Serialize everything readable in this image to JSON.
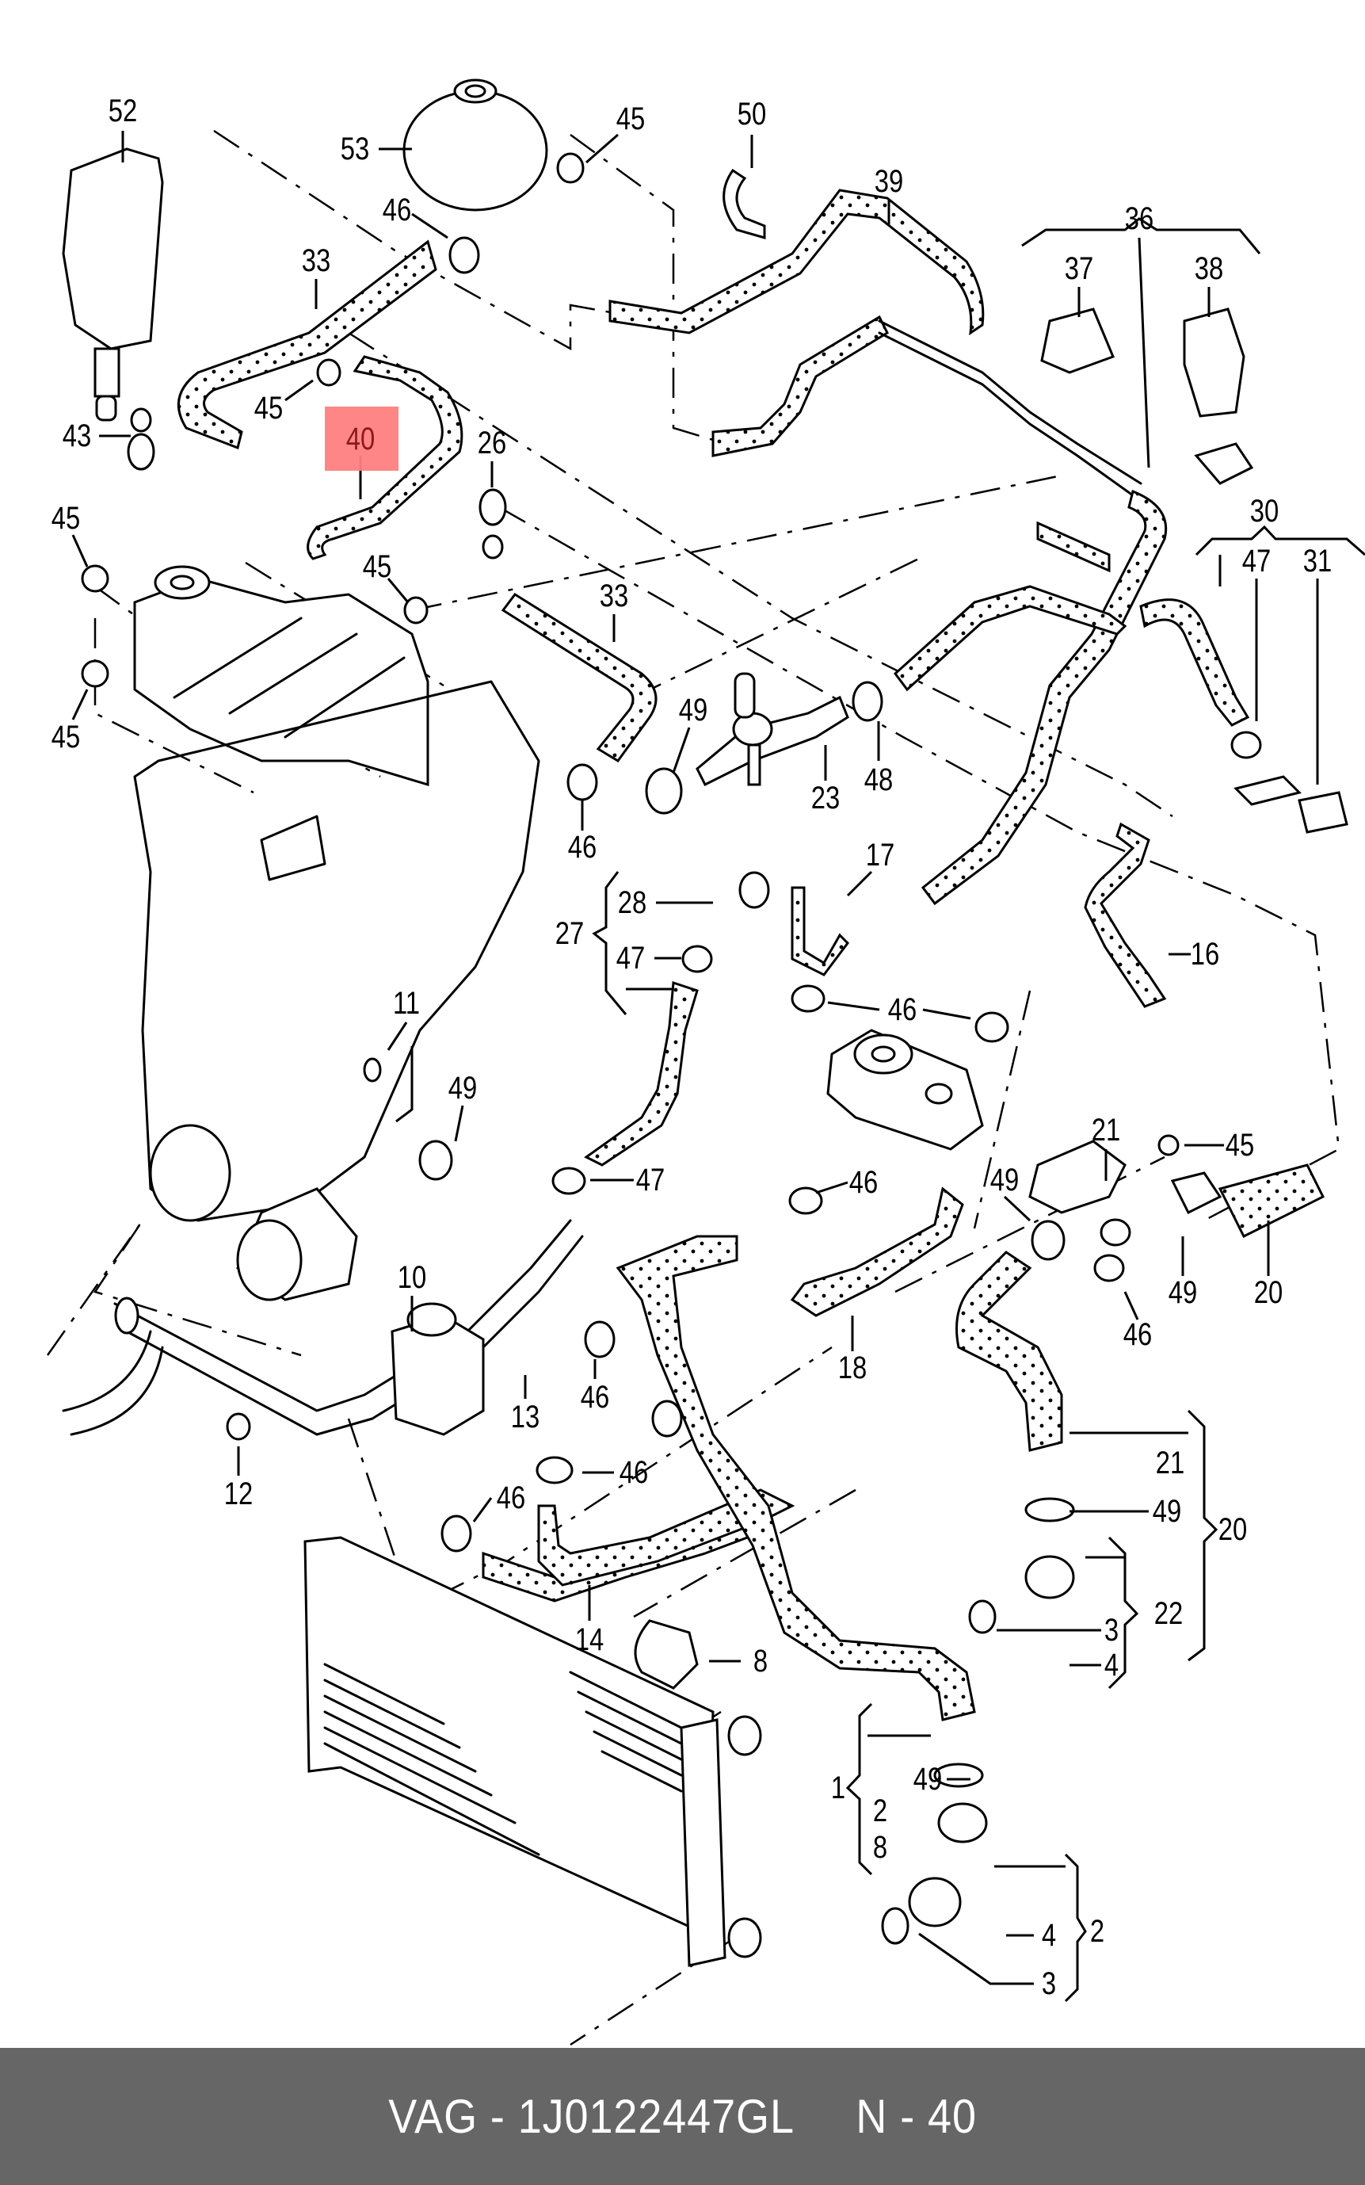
{
  "diagram": {
    "title": "Cooling system hoses exploded view",
    "highlighted_part": "40",
    "highlight_color": "#ff8080",
    "callouts": [
      {
        "id": "c52",
        "label": "52"
      },
      {
        "id": "c53",
        "label": "53"
      },
      {
        "id": "c45a",
        "label": "45"
      },
      {
        "id": "c50",
        "label": "50"
      },
      {
        "id": "c39",
        "label": "39"
      },
      {
        "id": "c36",
        "label": "36"
      },
      {
        "id": "c37",
        "label": "37"
      },
      {
        "id": "c38",
        "label": "38"
      },
      {
        "id": "c46a",
        "label": "46"
      },
      {
        "id": "c33a",
        "label": "33"
      },
      {
        "id": "c45b",
        "label": "45"
      },
      {
        "id": "c43",
        "label": "43"
      },
      {
        "id": "c40",
        "label": "40"
      },
      {
        "id": "c26",
        "label": "26"
      },
      {
        "id": "c45c",
        "label": "45"
      },
      {
        "id": "c45d",
        "label": "45"
      },
      {
        "id": "c33b",
        "label": "33"
      },
      {
        "id": "c30",
        "label": "30"
      },
      {
        "id": "c47a",
        "label": "47"
      },
      {
        "id": "c31",
        "label": "31"
      },
      {
        "id": "c49a",
        "label": "49"
      },
      {
        "id": "c45e",
        "label": "45"
      },
      {
        "id": "c23",
        "label": "23"
      },
      {
        "id": "c48",
        "label": "48"
      },
      {
        "id": "c46b",
        "label": "46"
      },
      {
        "id": "c17",
        "label": "17"
      },
      {
        "id": "c28",
        "label": "28"
      },
      {
        "id": "c27",
        "label": "27"
      },
      {
        "id": "c47b",
        "label": "47"
      },
      {
        "id": "c16",
        "label": "16"
      },
      {
        "id": "c46c",
        "label": "46"
      },
      {
        "id": "c11",
        "label": "11"
      },
      {
        "id": "c49b",
        "label": "49"
      },
      {
        "id": "c21a",
        "label": "21"
      },
      {
        "id": "c45f",
        "label": "45"
      },
      {
        "id": "c47c",
        "label": "47"
      },
      {
        "id": "c46d",
        "label": "46"
      },
      {
        "id": "c49c",
        "label": "49"
      },
      {
        "id": "c49d",
        "label": "49"
      },
      {
        "id": "c20a",
        "label": "20"
      },
      {
        "id": "c10",
        "label": "10"
      },
      {
        "id": "c46e",
        "label": "46"
      },
      {
        "id": "c18",
        "label": "18"
      },
      {
        "id": "c13",
        "label": "13"
      },
      {
        "id": "c46f",
        "label": "46"
      },
      {
        "id": "c12",
        "label": "12"
      },
      {
        "id": "c46g",
        "label": "46"
      },
      {
        "id": "c46h",
        "label": "46"
      },
      {
        "id": "c21b",
        "label": "21"
      },
      {
        "id": "c49e",
        "label": "49"
      },
      {
        "id": "c20b",
        "label": "20"
      },
      {
        "id": "c14",
        "label": "14"
      },
      {
        "id": "c22",
        "label": "22"
      },
      {
        "id": "c3a",
        "label": "3"
      },
      {
        "id": "c4a",
        "label": "4"
      },
      {
        "id": "c8a",
        "label": "8"
      },
      {
        "id": "c1",
        "label": "1"
      },
      {
        "id": "c49f",
        "label": "49"
      },
      {
        "id": "c2a",
        "label": "2"
      },
      {
        "id": "c8b",
        "label": "8"
      },
      {
        "id": "c2b",
        "label": "2"
      },
      {
        "id": "c4b",
        "label": "4"
      },
      {
        "id": "c3b",
        "label": "3"
      }
    ]
  },
  "footer": {
    "brand": "VAG",
    "separator": " - ",
    "part_number": "1J0122447GL",
    "position_prefix": "N",
    "position_number": "40",
    "background": "#666666"
  }
}
